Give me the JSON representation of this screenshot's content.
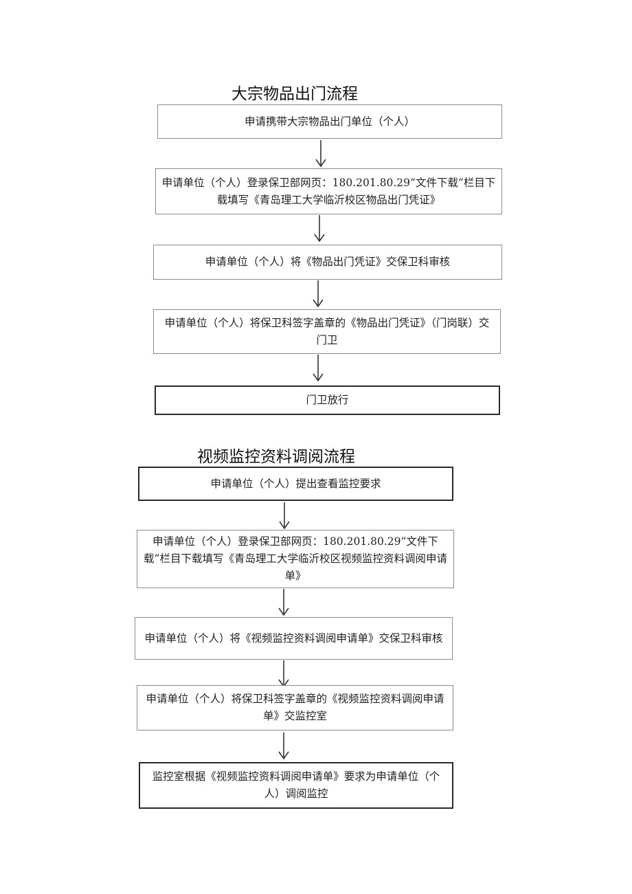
{
  "flow1": {
    "title": "大宗物品出门流程",
    "steps": [
      "申请携带大宗物品出门单位（个人）",
      "申请单位（个人）登录保卫部网页：180.201.80.29“文件下载”栏目下载填写《青岛理工大学临沂校区物品出门凭证》",
      "申请单位（个人）将《物品出门凭证》交保卫科审核",
      "申请单位（个人）将保卫科签字盖章的《物品出门凭证》（门岗联）交门卫",
      "门卫放行"
    ]
  },
  "flow2": {
    "title": "视频监控资料调阅流程",
    "steps": [
      "申请单位（个人）提出查看监控要求",
      "申请单位（个人）登录保卫部网页：180.201.80.29“文件下载”栏目下载填写《青岛理工大学临沂校区视频监控资料调阅申请单》",
      "申请单位（个人）将《视频监控资料调阅申请单》交保卫科审核",
      "申请单位（个人）将保卫科签字盖章的《视频监控资料调阅申请单》交监控室",
      "监控室根据《视频监控资料调阅申请单》要求为申请单位（个人）调阅监控"
    ]
  }
}
